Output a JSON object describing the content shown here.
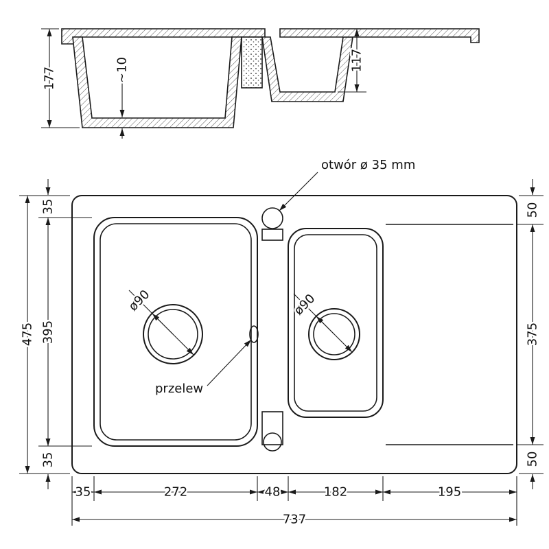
{
  "section_view": {
    "dim_depth_total": "177",
    "dim_bottom_thickness": "~10",
    "dim_depth_small": "117"
  },
  "plan_view": {
    "labels": {
      "tap_hole": "otwór ø 35 mm",
      "overflow": "przelew",
      "drain_main": "ø90",
      "drain_small": "ø90"
    },
    "dims": {
      "height_total": "475",
      "bowl_height": "395",
      "margin_top": "35",
      "margin_bottom": "35",
      "drainer_top": "50",
      "drainer_height": "375",
      "drainer_bottom": "50",
      "seg_left_margin": "35",
      "seg_main_bowl": "272",
      "seg_gap": "48",
      "seg_small_bowl": "182",
      "seg_drainer": "195",
      "width_total": "737"
    }
  }
}
